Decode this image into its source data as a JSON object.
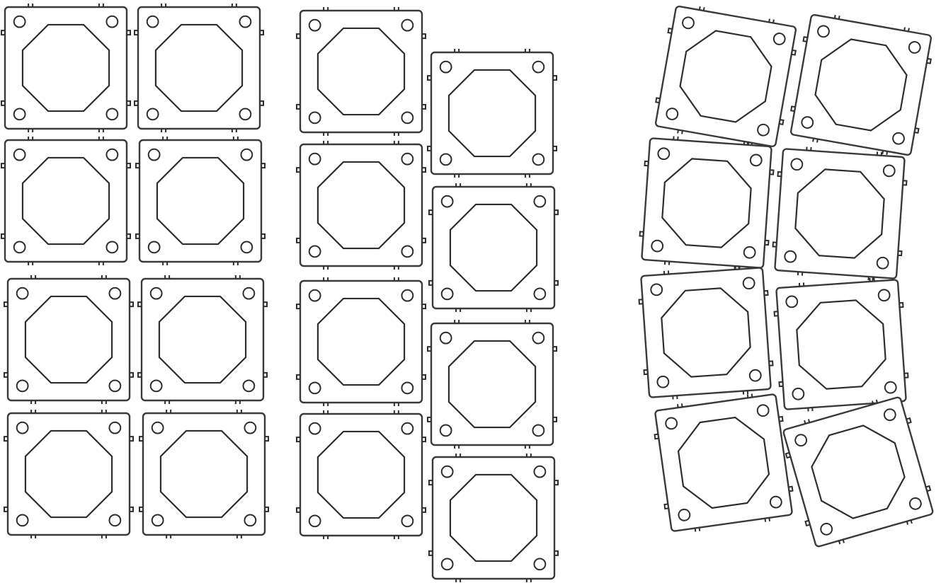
{
  "diagram": {
    "description_visible_text": "",
    "colors": {
      "background": "#ffffff",
      "outline": "#3a3a3a",
      "tile_fill": "#ffffff"
    },
    "groups": [
      {
        "id": "grid-arrangement",
        "tile_count": 8
      },
      {
        "id": "offset-column-arrangement",
        "tile_count": 8
      },
      {
        "id": "tilted-arrangement",
        "tile_count": 8
      }
    ]
  }
}
